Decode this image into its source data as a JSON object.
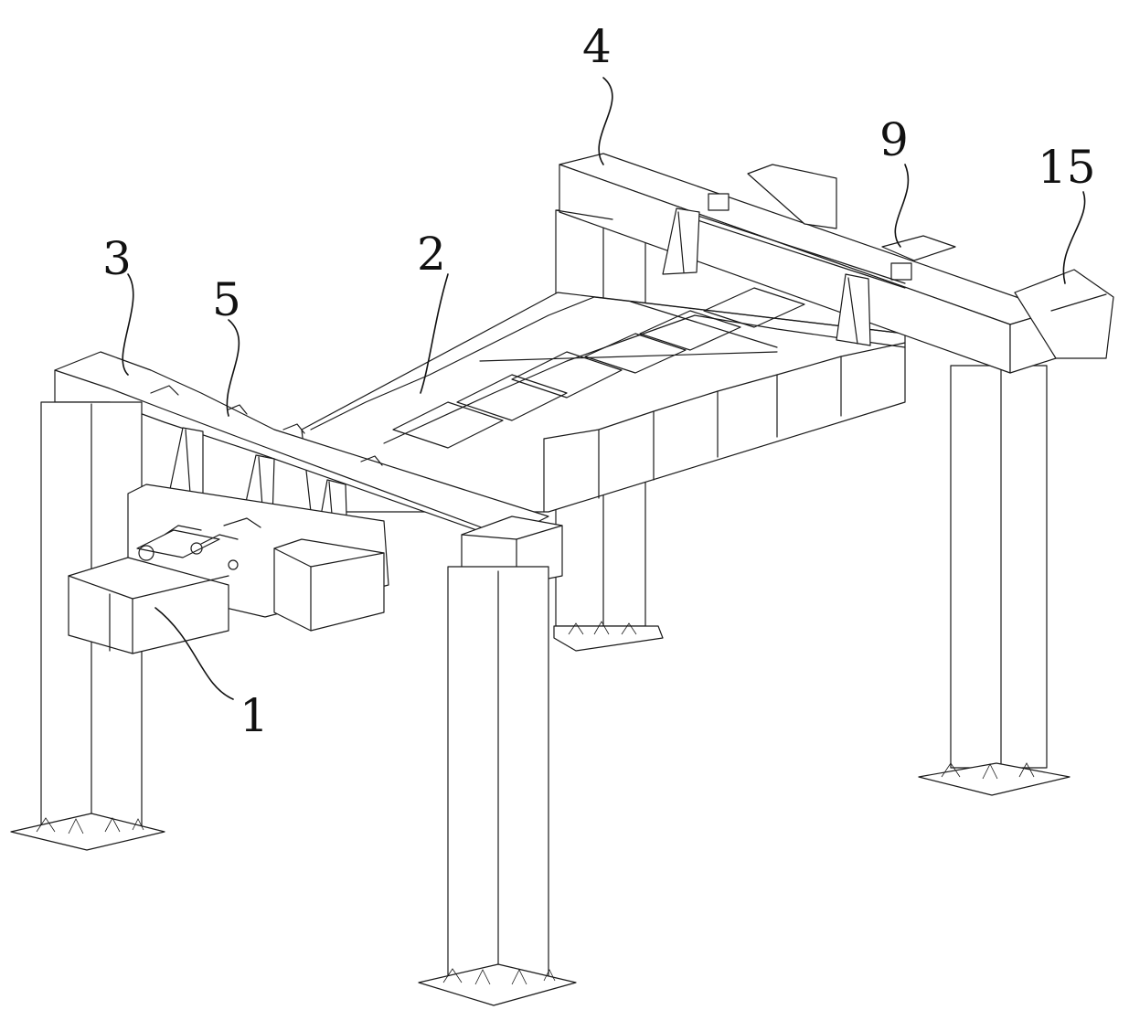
{
  "labels": {
    "l1": "1",
    "l2": "2",
    "l3": "3",
    "l4": "4",
    "l5": "5",
    "l9": "9",
    "l15": "15"
  }
}
